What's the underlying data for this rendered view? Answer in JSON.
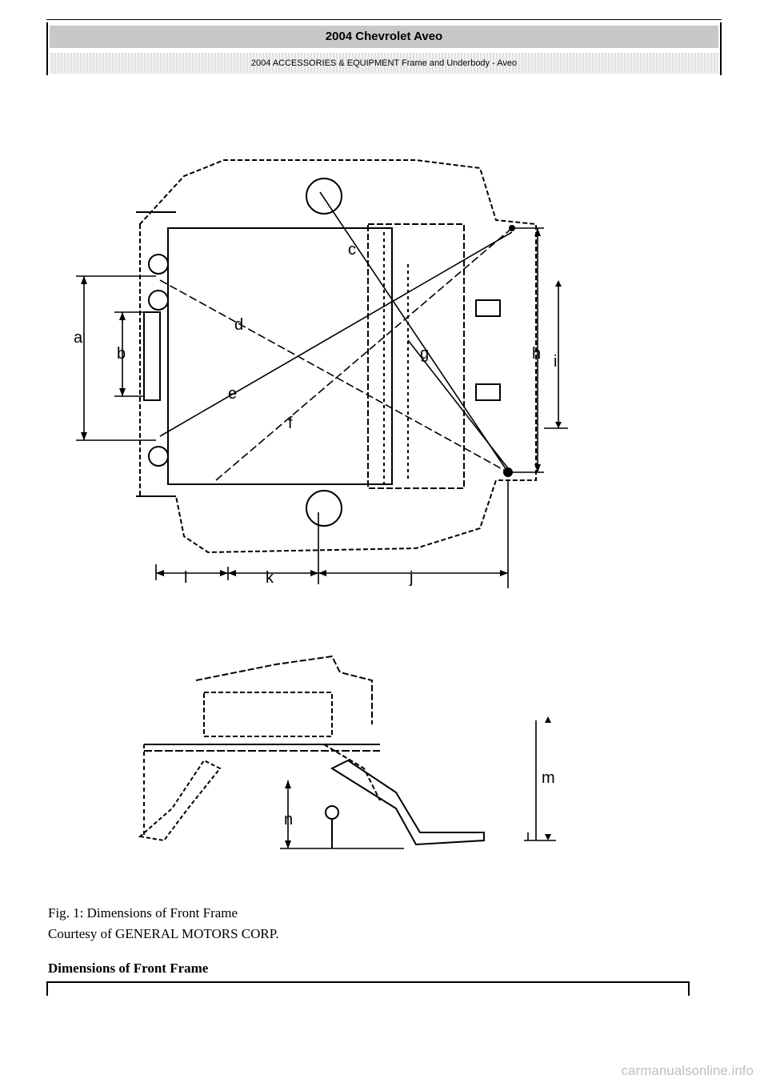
{
  "header": {
    "title": "2004 Chevrolet Aveo",
    "subtitle": "2004 ACCESSORIES & EQUIPMENT Frame and Underbody - Aveo"
  },
  "figure": {
    "labels_top": [
      "a",
      "b",
      "c",
      "d",
      "e",
      "f",
      "g",
      "h",
      "i",
      "j",
      "k",
      "l"
    ],
    "labels_side": [
      "m",
      "n"
    ],
    "caption_line1": "Fig. 1: Dimensions of Front Frame",
    "caption_line2": "Courtesy of GENERAL MOTORS CORP."
  },
  "section_heading": "Dimensions of Front Frame",
  "watermark": "carmanualsonline.info"
}
